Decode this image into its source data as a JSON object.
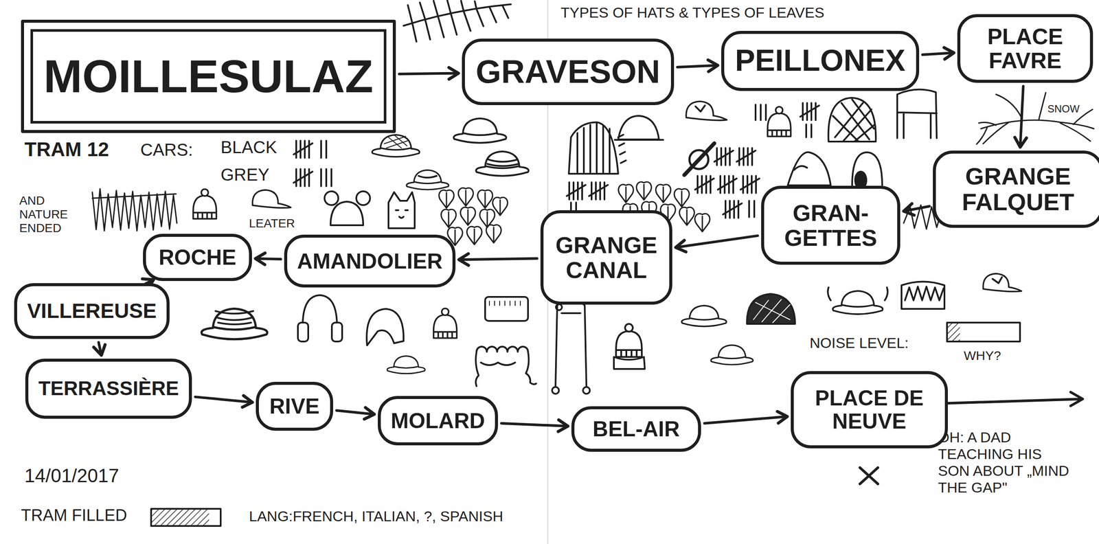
{
  "diagram": {
    "title": "TYPES OF HATS & TYPES OF LEAVES",
    "nodes": [
      {
        "text": [
          "MOILLESULAZ"
        ]
      },
      {
        "text": [
          "GRAVESON"
        ]
      },
      {
        "text": [
          "PEILLONEX"
        ]
      },
      {
        "text": [
          "PLACE FAVRE"
        ]
      },
      {
        "text": [
          "GRANGE FALQUET"
        ]
      },
      {
        "text": [
          "GRAN-GETTES"
        ]
      },
      {
        "text": [
          "GRANGE CANAL"
        ]
      },
      {
        "text": [
          "AMANDOLIER"
        ]
      },
      {
        "text": [
          "ROCHE"
        ]
      },
      {
        "text": [
          "VILLEREUSE"
        ]
      },
      {
        "text": [
          "TERRASSIÈRE"
        ]
      },
      {
        "text": [
          "RIVE"
        ]
      },
      {
        "text": [
          "MOLARD"
        ]
      },
      {
        "text": [
          "BEL-AIR"
        ]
      },
      {
        "text": [
          "PLACE DE NEUVE"
        ]
      }
    ],
    "edges": [
      {
        "from": 0,
        "to": 1,
        "arrow": "to"
      },
      {
        "from": 1,
        "to": 2,
        "arrow": "to"
      },
      {
        "from": 2,
        "to": 3,
        "arrow": "to"
      },
      {
        "from": 3,
        "to": 4,
        "arrow": "to"
      },
      {
        "from": 4,
        "to": 5,
        "arrow": "to"
      },
      {
        "from": 5,
        "to": 6,
        "arrow": "to"
      },
      {
        "from": 6,
        "to": 7,
        "arrow": "to"
      },
      {
        "from": 7,
        "to": 8,
        "arrow": "to"
      },
      {
        "from": 8,
        "to": 9,
        "arrow": "to"
      },
      {
        "from": 9,
        "to": 10,
        "arrow": "to"
      },
      {
        "from": 10,
        "to": 11,
        "arrow": "to"
      },
      {
        "from": 11,
        "to": 12,
        "arrow": "to"
      },
      {
        "from": 12,
        "to": 13,
        "arrow": "to"
      },
      {
        "from": 13,
        "to": 14,
        "arrow": "to"
      }
    ],
    "labels": [
      "TRAM 12",
      "CARS:",
      "BLACK",
      "GREY",
      "AND NATURE ENDED",
      "LEATER",
      "SNOW",
      "NOISE LEVEL:",
      "WHY?",
      "OH: A DAD TEACHING HIS SON ABOUT „MIND THE GAP\"",
      "14/01/2017",
      "TRAM FILLED",
      "LANG:FRENCH, ITALIAN, ?, SPANISH"
    ]
  }
}
